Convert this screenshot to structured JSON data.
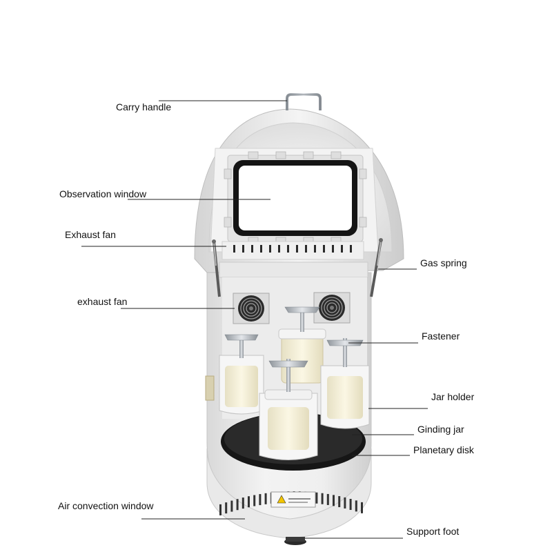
{
  "labels": {
    "carry_handle": "Carry handle",
    "observation_window": "Observation window",
    "exhaust_fan_upper": "Exhaust fan",
    "exhaust_fan_lower": "exhaust fan",
    "air_convection_window": "Air convection window",
    "gas_spring": "Gas spring",
    "fastener": "Fastener",
    "jar_holder": "Jar holder",
    "grinding_jar": "Ginding jar",
    "planetary_disk": "Planetary disk",
    "support_foot": "Support foot"
  },
  "colors": {
    "housing": "#eeeeee",
    "housing_edge": "#bdbdbd",
    "window_frame": "#1a1a1a",
    "disk": "#1b1b1b",
    "jar": "#f4efd6",
    "steel": "#b9bec4",
    "leader_line": "#222222"
  }
}
